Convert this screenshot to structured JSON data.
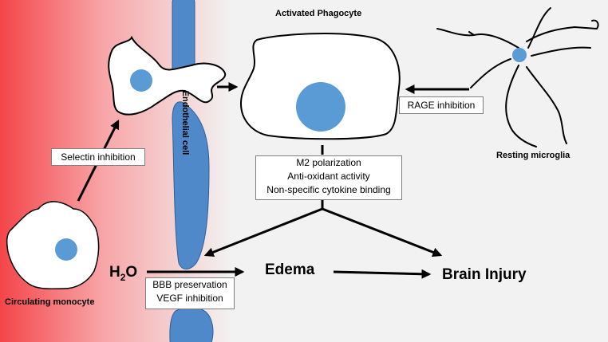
{
  "labels": {
    "activated_phagocyte": "Activated Phagocyte",
    "resting_microglia": "Resting microglia",
    "circulating_monocyte": "Circulating monocyte",
    "endothelial_cell": "Endothelial cell",
    "h2o_main": "H",
    "h2o_sub": "2",
    "h2o_tail": "O",
    "edema": "Edema",
    "brain_injury": "Brain Injury"
  },
  "boxes": {
    "selectin": "Selectin inhibition",
    "rage": "RAGE inhibition",
    "center_lines": [
      "M2 polarization",
      "Anti-oxidant activity",
      "Non-specific cytokine binding"
    ],
    "bbb_lines": [
      "BBB preservation",
      "VEGF inhibition"
    ]
  },
  "colors": {
    "gradient_red": "#f4454a",
    "background": "#f2f2f2",
    "nucleus": "#5b9bd5",
    "endothelium": "#4f89c9"
  }
}
